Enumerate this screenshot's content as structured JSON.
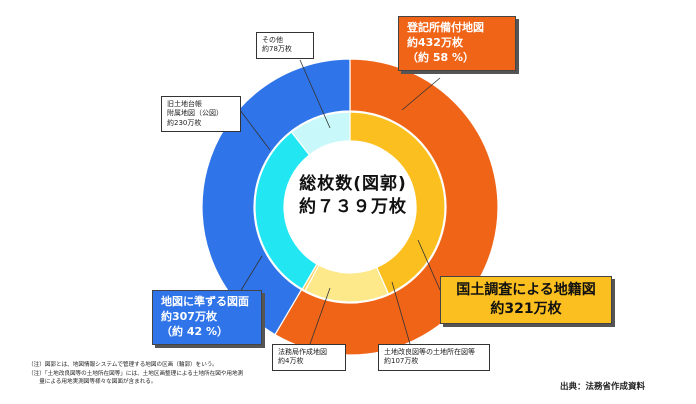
{
  "chart_data": {
    "type": "pie",
    "title": "総枚数(図郭) 約７３９万枚",
    "outer_ring": [
      {
        "name": "登記所備付地図",
        "value": 432,
        "color": "#f06418"
      },
      {
        "name": "地図に準ずる図面",
        "value": 307,
        "color": "#2f74e8"
      }
    ],
    "inner_ring": [
      {
        "name": "国土調査による地籍図",
        "value": 321,
        "color": "#fbbf1f"
      },
      {
        "name": "土地改良図等の土地所在図等",
        "value": 107,
        "color": "#fde88a"
      },
      {
        "name": "法務局作成地図",
        "value": 4,
        "color": "#ffd060"
      },
      {
        "name": "旧土地台帳附属地図（公図）",
        "value": 230,
        "color": "#22e6f2"
      },
      {
        "name": "その他",
        "value": 78,
        "color": "#c8f8fa"
      }
    ]
  },
  "center": {
    "line1": "総枚数(図郭)",
    "line2": "約７３９万枚"
  },
  "labels": {
    "orange": {
      "line1": "登記所備付地図",
      "line2": "約432万枚",
      "line3": "（約 58 %）"
    },
    "blue": {
      "line1": "地図に準ずる図面",
      "line2": "約307万枚",
      "line3": "（約 42 %）"
    },
    "yellow": {
      "line1": "国土調査による地籍図",
      "line2": "約321万枚"
    },
    "sonota": {
      "line1": "その他",
      "line2": "約78万枚"
    },
    "kyu": {
      "line1": "旧土地台帳",
      "line2": "附属地図（公図）",
      "line3": "約230万枚"
    },
    "homukyoku": {
      "line1": "法務局作成地図",
      "line2": "約4万枚"
    },
    "tochikairyo": {
      "line1": "土地改良図等の土地所在図等",
      "line2": "約107万枚"
    }
  },
  "notes": [
    "（注）図郭とは、地図情報システムで管理する地図の区画（輪郭）をいう。",
    "（注）「土地改良図等の土地所在図等」には、土地区画整理による土地所在図や用地測",
    "　　量による用地実測図等様々な図面が含まれる。"
  ],
  "source": "出典：法務省作成資料"
}
